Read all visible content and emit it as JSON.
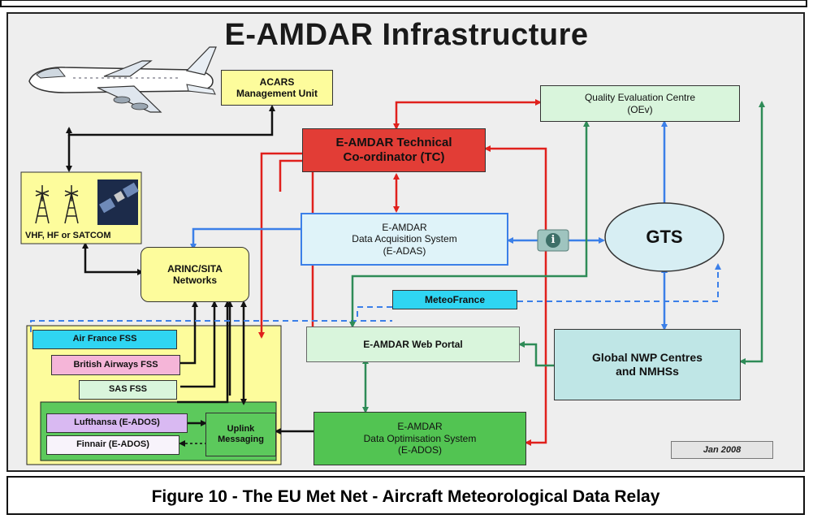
{
  "diagram": {
    "title": "E-AMDAR Infrastructure",
    "caption": "Figure 10 - The EU Met Net - Aircraft Meteorological Data Relay",
    "date_stamp": "Jan 2008",
    "nodes": {
      "acars": "ACARS\nManagement Unit",
      "tc": "E-AMDAR Technical\nCo-ordinator (TC)",
      "oev": "Quality Evaluation Centre\n(OEv)",
      "vhf": "VHF, HF or SATCOM",
      "arinc": "ARINC/SITA\nNetworks",
      "eadas": "E-AMDAR\nData Acquisition System\n(E-ADAS)",
      "info": "i",
      "gts": "GTS",
      "meteofrance": "MeteoFrance",
      "webportal": "E-AMDAR Web Portal",
      "nwp": "Global NWP Centres\nand NMHSs",
      "airfrance": "Air France FSS",
      "ba": "British Airways FSS",
      "sas": "SAS FSS",
      "lufthansa": "Lufthansa (E-ADOS)",
      "finnair": "Finnair (E-ADOS)",
      "uplink": "Uplink\nMessaging",
      "eados": "E-AMDAR\nData Optimisation System\n(E-ADOS)"
    },
    "colors": {
      "background": "#eeeeee",
      "red_arrow": "#e0201c",
      "blue_arrow": "#3b7fe8",
      "green_arrow": "#2e8b57",
      "black_arrow": "#111111",
      "tc_fill": "#e23d36",
      "light_green": "#d9f5dc",
      "yellow": "#fdfc9c",
      "cyan": "#2fd5f2",
      "pink": "#f5b5d8",
      "green_box": "#5cc95c",
      "gts_fill": "#d7eef3"
    }
  }
}
